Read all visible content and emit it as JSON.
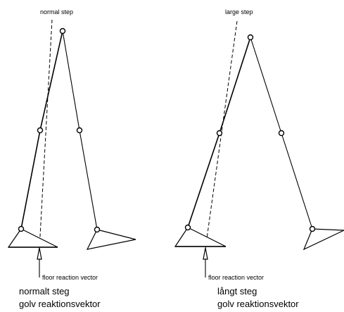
{
  "left_panel": {
    "title": "normal step",
    "vector_label": "floor reaction vector",
    "caption_line1": "normalt steg",
    "caption_line2": "golv reaktionsvektor"
  },
  "right_panel": {
    "title": "large step",
    "vector_label": "floor reaction vector",
    "caption_line1": "långt steg",
    "caption_line2": "golv reaktionsvektor"
  }
}
